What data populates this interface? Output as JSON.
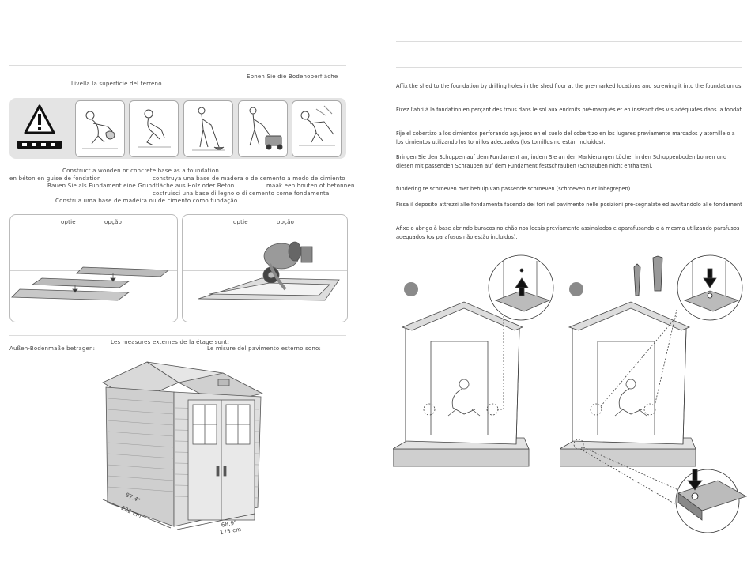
{
  "left_page": {
    "ground_section": {
      "label_de": "Ebnen Sie die Bodenoberfläche",
      "label_it": "Livella la superficie del terreno",
      "icons": [
        "warning-level-icon",
        "worker-raking-icon",
        "worker-leveling-icon",
        "worker-sweeping-icon",
        "lawn-mower-icon",
        "worker-digging-icon"
      ]
    },
    "foundation_section": {
      "line_en": "Construct a wooden or concrete base as a foundation",
      "line_fr": "en béton en guise de fondation",
      "line_es": "construya una base de madera o de cemento a modo de cimiento",
      "line_de": "Bauen Sie als Fundament eine Grundfläche aus Holz oder Beton",
      "line_nl": "maak een houten of betonnen",
      "line_it": "costruisci una base di legno o di cemento come fondamenta",
      "line_pt": "Construa uma base de madeira ou de cimento como fundação",
      "option_wood": {
        "label_nl": "optie",
        "label_pt": "opção"
      },
      "option_concrete": {
        "label_nl": "optie",
        "label_pt": "opção"
      }
    },
    "measure_section": {
      "line_en": "Les measures externes de la étage sont:",
      "line_de": "Außen-Bodenmaße betragen:",
      "line_it": "Le misure del pavimento esterno sono:",
      "dim_depth_in": "87.4\"",
      "dim_depth_cm": "222 cm",
      "dim_width_in": "68.9\"",
      "dim_width_cm": "175 cm"
    }
  },
  "right_page": {
    "instructions": {
      "en": "Affix the shed to the foundation by drilling holes in the shed floor at the pre-marked locations and screwing it into the foundation using",
      "fr": "Fixez l'abri à la fondation en perçant des trous dans le sol aux endroits pré-marqués et en insérant des vis adéquates dans la fondation (vis",
      "es": "Fije el cobertizo a los cimientos perforando agujeros en el suelo del cobertizo en los lugares previamente marcados y atornillelo a los cimientos utilizando los tornillos adecuados (los tornillos no están incluidos).",
      "de": "Bringen Sie den Schuppen auf dem Fundament an, indem Sie an den Markierungen Löcher in den Schuppenboden bohren und diesen mit passenden Schrauben auf dem Fundament festschrauben (Schrauben nicht enthalten).",
      "nl": "fundering te schroeven met behulp van passende schroeven (schroeven niet inbegrepen).",
      "it": "Fissa il deposito attrezzi alle fondamenta facendo dei fori nel pavimento nelle posizioni pre-segnalate ed avvitandolo alle fondamenta",
      "pt": "Afixe o abrigo à base abrindo buracos no chão nos locais previamente assinalados e aparafusando-o à mesma utilizando parafusos adequados (os parafusos não estão incluídos)."
    }
  },
  "colors": {
    "rule": "#dcdcdc",
    "panel": "#e4e4e4",
    "ink": "#333333",
    "step_circle": "#888888"
  }
}
